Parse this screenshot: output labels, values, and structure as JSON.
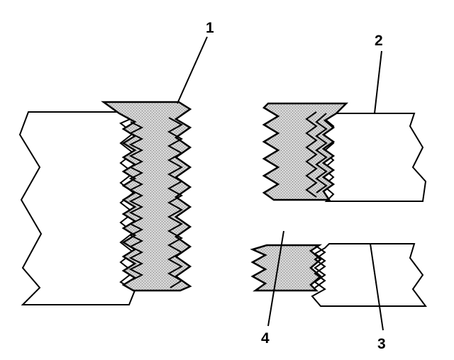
{
  "diagram": {
    "callouts": [
      {
        "id": "1",
        "label": "1"
      },
      {
        "id": "2",
        "label": "2"
      },
      {
        "id": "3",
        "label": "3"
      },
      {
        "id": "4",
        "label": "4"
      }
    ],
    "colors": {
      "stroke": "#000000",
      "insert_fill": "#c8c8c8",
      "part_fill": "#ffffff",
      "background": "#ffffff"
    }
  }
}
